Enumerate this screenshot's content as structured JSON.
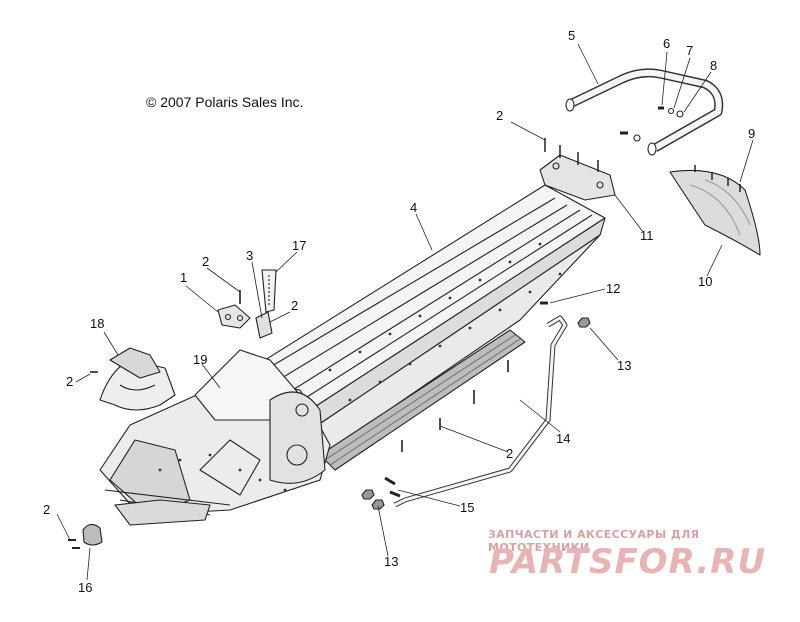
{
  "copyright": "© 2007 Polaris Sales Inc.",
  "watermark": {
    "caption": "ЗАПЧАСТИ И АКСЕССУАРЫ ДЛЯ МОТОТЕХНИКИ",
    "logo": "PARTSFOR.RU"
  },
  "callouts": {
    "c1": "1",
    "c2a": "2",
    "c2b": "2",
    "c2c": "2",
    "c2d": "2",
    "c2e": "2",
    "c2f": "2",
    "c3": "3",
    "c4": "4",
    "c5": "5",
    "c6": "6",
    "c7": "7",
    "c8": "8",
    "c9": "9",
    "c10": "10",
    "c11": "11",
    "c12": "12",
    "c13a": "13",
    "c13b": "13",
    "c14": "14",
    "c15": "15",
    "c16": "16",
    "c17": "17",
    "c18": "18",
    "c19": "19"
  }
}
